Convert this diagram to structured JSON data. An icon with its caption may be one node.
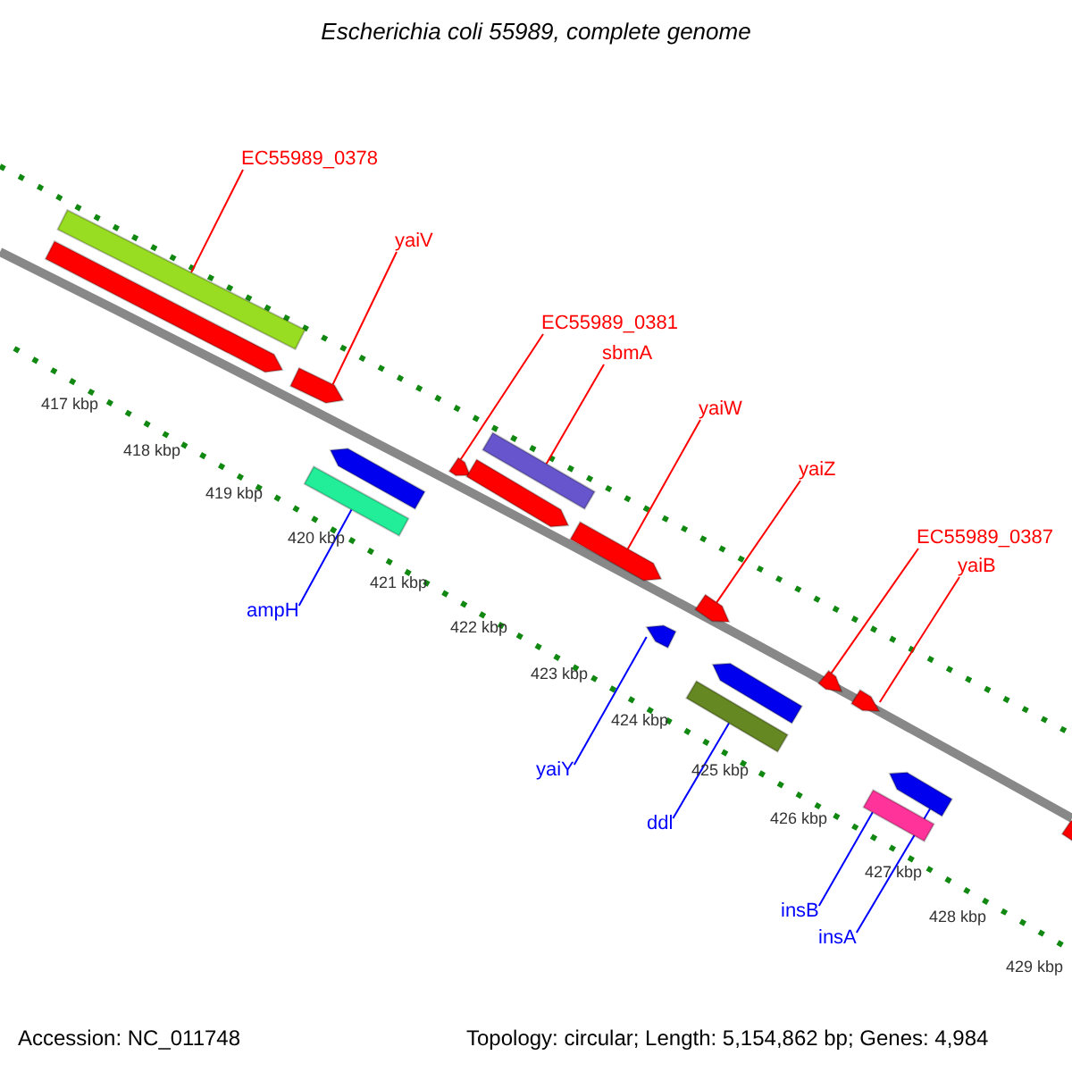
{
  "diagram": {
    "title": "Escherichia coli 55989, complete genome",
    "nodes": [
      {
        "text": [
          "EC55989_0378"
        ]
      },
      {
        "text": [
          "yaiV"
        ]
      },
      {
        "text": [
          "EC55989_0381"
        ]
      },
      {
        "text": [
          "sbmA"
        ]
      },
      {
        "text": [
          "yaiW"
        ]
      },
      {
        "text": [
          "yaiZ"
        ]
      },
      {
        "text": [
          "EC55989_0387"
        ]
      },
      {
        "text": [
          "yaiB"
        ]
      },
      {
        "text": [
          "ampH"
        ]
      },
      {
        "text": [
          "yaiY"
        ]
      },
      {
        "text": [
          "ddl"
        ]
      },
      {
        "text": [
          "insB"
        ]
      },
      {
        "text": [
          "insA"
        ]
      },
      {
        "text": [],
        "shape": "bar"
      },
      {
        "text": [],
        "shape": "bar"
      },
      {
        "text": [],
        "shape": "bar"
      },
      {
        "text": [],
        "shape": "bar"
      },
      {
        "text": [],
        "shape": "bar"
      },
      {
        "text": [],
        "shape": "bar"
      },
      {
        "text": [],
        "shape": "bar"
      },
      {
        "text": [],
        "shape": "bar"
      },
      {
        "text": [],
        "shape": "bar"
      },
      {
        "text": [],
        "shape": "bar"
      },
      {
        "text": [],
        "shape": "bar"
      },
      {
        "text": [],
        "shape": "bar"
      },
      {
        "text": [],
        "shape": "bar"
      },
      {
        "text": [],
        "shape": "bar"
      },
      {
        "text": [],
        "shape": "bar"
      },
      {
        "text": [],
        "shape": "bar"
      },
      {
        "text": [],
        "shape": "bar"
      },
      {
        "text": [],
        "shape": "bar"
      }
    ],
    "edges": [
      {
        "from": 0,
        "to": 14,
        "arrow": "none"
      },
      {
        "from": 1,
        "to": 15,
        "arrow": "none"
      },
      {
        "from": 2,
        "to": 18,
        "arrow": "none"
      },
      {
        "from": 3,
        "to": 20,
        "arrow": "none"
      },
      {
        "from": 4,
        "to": 21,
        "arrow": "none"
      },
      {
        "from": 5,
        "to": 24,
        "arrow": "none"
      },
      {
        "from": 6,
        "to": 26,
        "arrow": "none"
      },
      {
        "from": 7,
        "to": 27,
        "arrow": "none"
      },
      {
        "from": 8,
        "to": 16,
        "arrow": "none",
        "color": "#0000ff"
      },
      {
        "from": 9,
        "to": 22,
        "arrow": "none",
        "color": "#0000ff"
      },
      {
        "from": 10,
        "to": 23,
        "arrow": "none",
        "color": "#0000ff"
      },
      {
        "from": 11,
        "to": 28,
        "arrow": "none",
        "color": "#0000ff"
      },
      {
        "from": 12,
        "to": 29,
        "arrow": "none",
        "color": "#0000ff"
      }
    ],
    "labels": [
      "417 kbp",
      "418 kbp",
      "419 kbp",
      "420 kbp",
      "421 kbp",
      "422 kbp",
      "423 kbp",
      "424 kbp",
      "425 kbp",
      "426 kbp",
      "427 kbp",
      "428 kbp",
      "429 kbp",
      "Accession: NC_011748",
      "Topology: circular; Length: 5,154,862 bp; Genes: 4,984"
    ]
  }
}
